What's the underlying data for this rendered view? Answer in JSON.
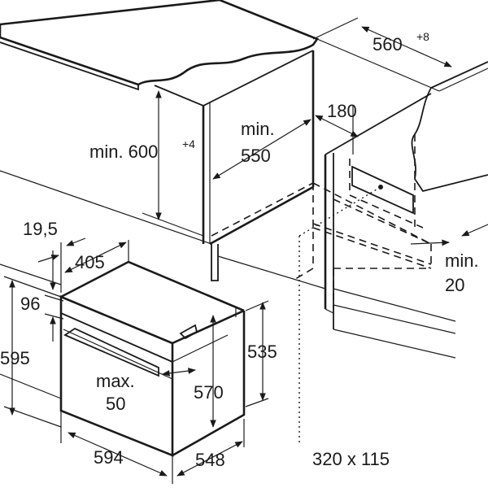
{
  "labels": {
    "width_niche": "560",
    "width_niche_tol": "+8",
    "min_height": "min. 600",
    "min_height_tol": "+4",
    "min_550_a": "min.",
    "min_550_b": "550",
    "vent_depth": "180",
    "min_20_a": "min.",
    "min_20_b": "20",
    "dim_19_5": "19,5",
    "dim_405": "405",
    "dim_96": "96",
    "dim_595": "595",
    "dim_535": "535",
    "max_50_a": "max.",
    "max_50_b": "50",
    "dim_570": "570",
    "dim_594": "594",
    "dim_548": "548",
    "vent_opening": "320 x 115"
  },
  "colors": {
    "line": "#1a1a1a",
    "countertop": "#e6e6e6",
    "hatch": "#1a1a1a"
  }
}
